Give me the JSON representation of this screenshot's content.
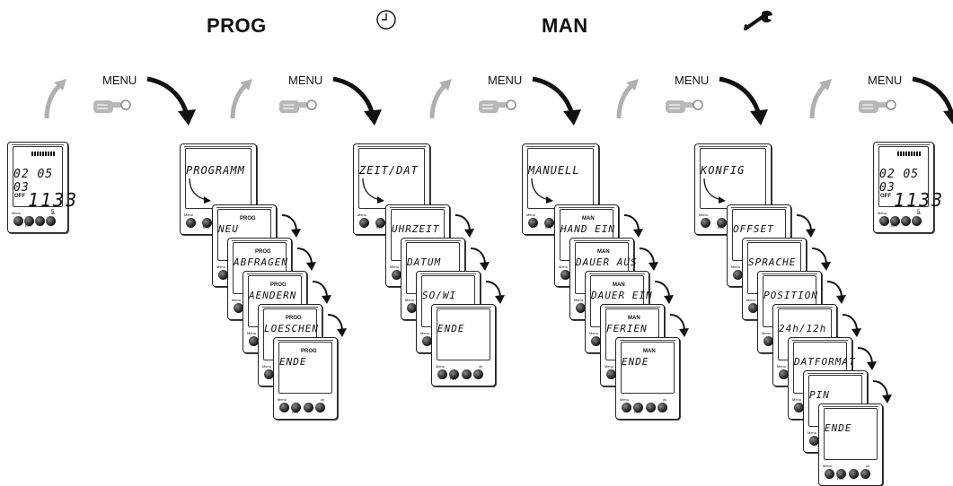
{
  "headers": {
    "prog": "PROG",
    "man": "MAN"
  },
  "icons": {
    "clock": "clock-icon",
    "wrench": "wrench-icon",
    "hand": "pointing-hand-icon"
  },
  "menu_label": "MENU",
  "clock_display": {
    "date": "02 05 03",
    "state": "OFF",
    "time": "1133",
    "day": "5"
  },
  "stacks": [
    {
      "main": "PROGRAMM",
      "tag": "PROG",
      "items": [
        "NEU",
        "ABFRAGEN",
        "AENDERN",
        "LOESCHEN",
        "ENDE"
      ]
    },
    {
      "main": "ZEIT/DAT",
      "tag": "",
      "items": [
        "UHRZEIT",
        "DATUM",
        "SO/WI",
        "ENDE"
      ]
    },
    {
      "main": "MANUELL",
      "tag": "MAN",
      "items": [
        "HAND EIN",
        "DAUER AUS",
        "DAUER EIN",
        "FERIEN",
        "ENDE"
      ]
    },
    {
      "main": "KONFIG",
      "tag": "",
      "items": [
        "OFFSET",
        "SPRACHE",
        "POSITION",
        "24h/12h",
        "DATFORMAT",
        "PIN",
        "ENDE"
      ]
    }
  ],
  "button_labels": {
    "menu": "Menu",
    "res": "Res",
    "ok": "ok"
  },
  "colors": {
    "line": "#222222",
    "gray_arrow": "#b5b5b5"
  }
}
